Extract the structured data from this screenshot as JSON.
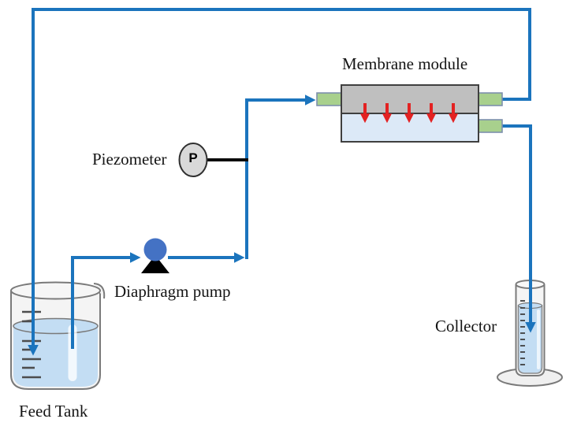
{
  "diagram": {
    "type": "process-flow-schematic",
    "subject": "membrane filtration experimental setup"
  },
  "components": {
    "membrane_module": {
      "label": "Membrane module"
    },
    "piezometer": {
      "label": "Piezometer",
      "symbol": "P"
    },
    "pump": {
      "label": "Diaphragm pump"
    },
    "feed_tank": {
      "label": "Feed Tank"
    },
    "collector": {
      "label": "Collector"
    }
  },
  "colors": {
    "pipe": "#1b74bd",
    "pipe_black": "#0a0a0a",
    "pump_blue": "#4472c4",
    "red_arrow": "#e32222",
    "module_housing_gray": "#bfbfbf",
    "module_permeate_blue": "#dce9f7",
    "module_border": "#3f3f3f",
    "fitting_green": "#a8d08d",
    "fitting_border": "#7d90ad",
    "liquid_blue": "#c3ddf3",
    "glass_fill": "#f4f4f4",
    "glass_outline": "#7a7a7a",
    "piezometer_fill": "#d9d9d9",
    "tick_gray": "#4d4d4d"
  }
}
